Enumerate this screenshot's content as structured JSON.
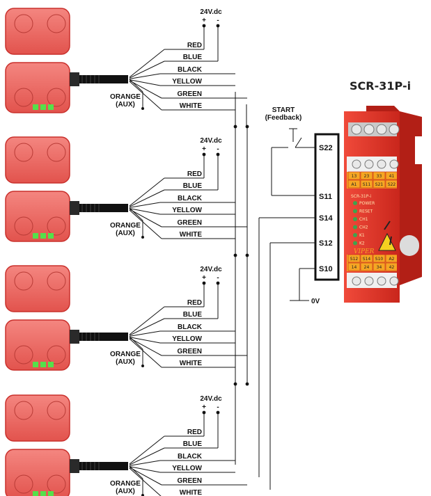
{
  "device": {
    "title": "SCR-31P-i",
    "face_label": "SCR-31P-i",
    "brand": "VIPER",
    "top_terminals": [
      "13",
      "23",
      "33",
      "41",
      "A1",
      "S11",
      "S21",
      "S22"
    ],
    "bottom_terminals": [
      "S12",
      "S14",
      "S10",
      "A2",
      "14",
      "24",
      "34",
      "42"
    ],
    "leds": [
      "POWER",
      "RESET",
      "CH1",
      "CH2",
      "K1",
      "K2"
    ]
  },
  "power": {
    "label": "24V.dc",
    "plus": "+",
    "minus": "-"
  },
  "wires": [
    "RED",
    "BLUE",
    "BLACK",
    "YELLOW",
    "GREEN",
    "WHITE"
  ],
  "aux": {
    "line1": "ORANGE",
    "line2": "(AUX)"
  },
  "start": {
    "line1": "START",
    "line2": "(Feedback)"
  },
  "terminals": [
    "S22",
    "S11",
    "S14",
    "S12",
    "S10"
  ],
  "ground": "0V",
  "colors": {
    "sensor_red": "#f26b66",
    "sensor_edge": "#c9302c",
    "indicator_green": "#55e04a",
    "relay_red": "#e8372a",
    "relay_orange": "#f5a623"
  }
}
